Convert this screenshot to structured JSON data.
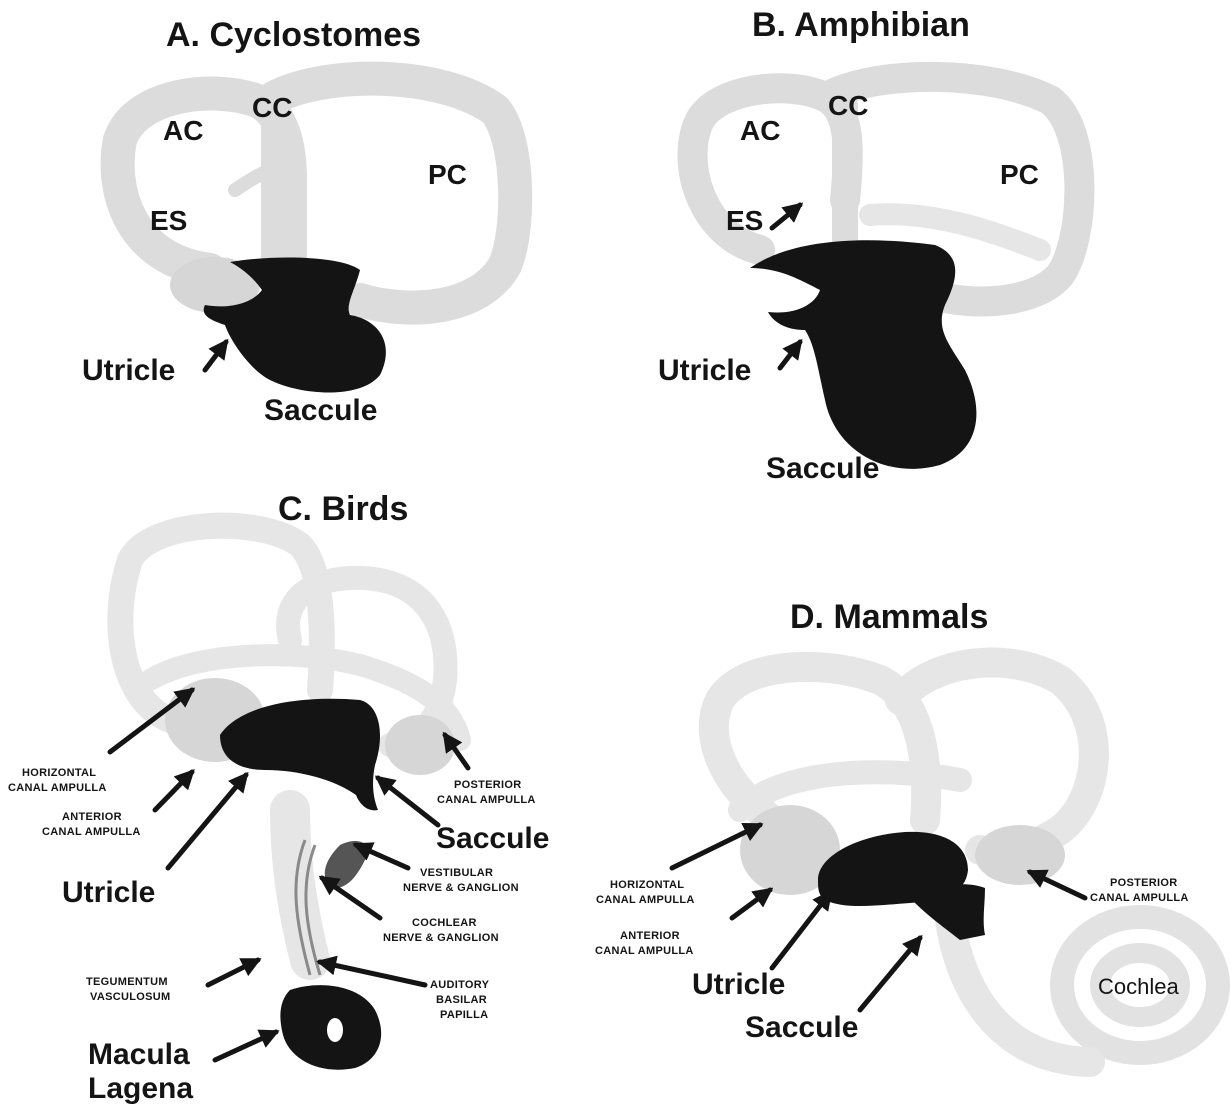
{
  "panels": {
    "a": {
      "title": "A. Cyclostomes",
      "labels": {
        "ac": "AC",
        "cc": "CC",
        "pc": "PC",
        "es": "ES",
        "utricle": "Utricle",
        "saccule": "Saccule"
      }
    },
    "b": {
      "title": "B.  Amphibian",
      "labels": {
        "ac": "AC",
        "cc": "CC",
        "pc": "PC",
        "es": "ES",
        "utricle": "Utricle",
        "saccule": "Saccule"
      }
    },
    "c": {
      "title": "C.   Birds",
      "labels": {
        "horizontal_1": "HORIZONTAL",
        "horizontal_2": "CANAL AMPULLA",
        "anterior_1": "ANTERIOR",
        "anterior_2": "CANAL AMPULLA",
        "posterior_1": "POSTERIOR",
        "posterior_2": "CANAL AMPULLA",
        "saccule": "Saccule",
        "utricle": "Utricle",
        "vestibular_1": "VESTIBULAR",
        "vestibular_2": "NERVE & GANGLION",
        "cochlear_1": "COCHLEAR",
        "cochlear_2": "NERVE & GANGLION",
        "tegumentum_1": "TEGUMENTUM",
        "tegumentum_2": "VASCULOSUM",
        "auditory_1": "AUDITORY",
        "auditory_2": "BASILAR",
        "auditory_3": "PAPILLA",
        "macula_1": "Macula",
        "macula_2": "Lagena"
      }
    },
    "d": {
      "title": "D.   Mammals",
      "labels": {
        "horizontal_1": "HORIZONTAL",
        "horizontal_2": "CANAL AMPULLA",
        "anterior_1": "ANTERIOR",
        "anterior_2": "CANAL AMPULLA",
        "posterior_1": "POSTERIOR",
        "posterior_2": "CANAL AMPULLA",
        "utricle": "Utricle",
        "saccule": "Saccule",
        "cochlea": "Cochlea"
      }
    }
  },
  "colors": {
    "organ": "#141414",
    "canal": "#dcdcdc",
    "background": "#ffffff"
  }
}
